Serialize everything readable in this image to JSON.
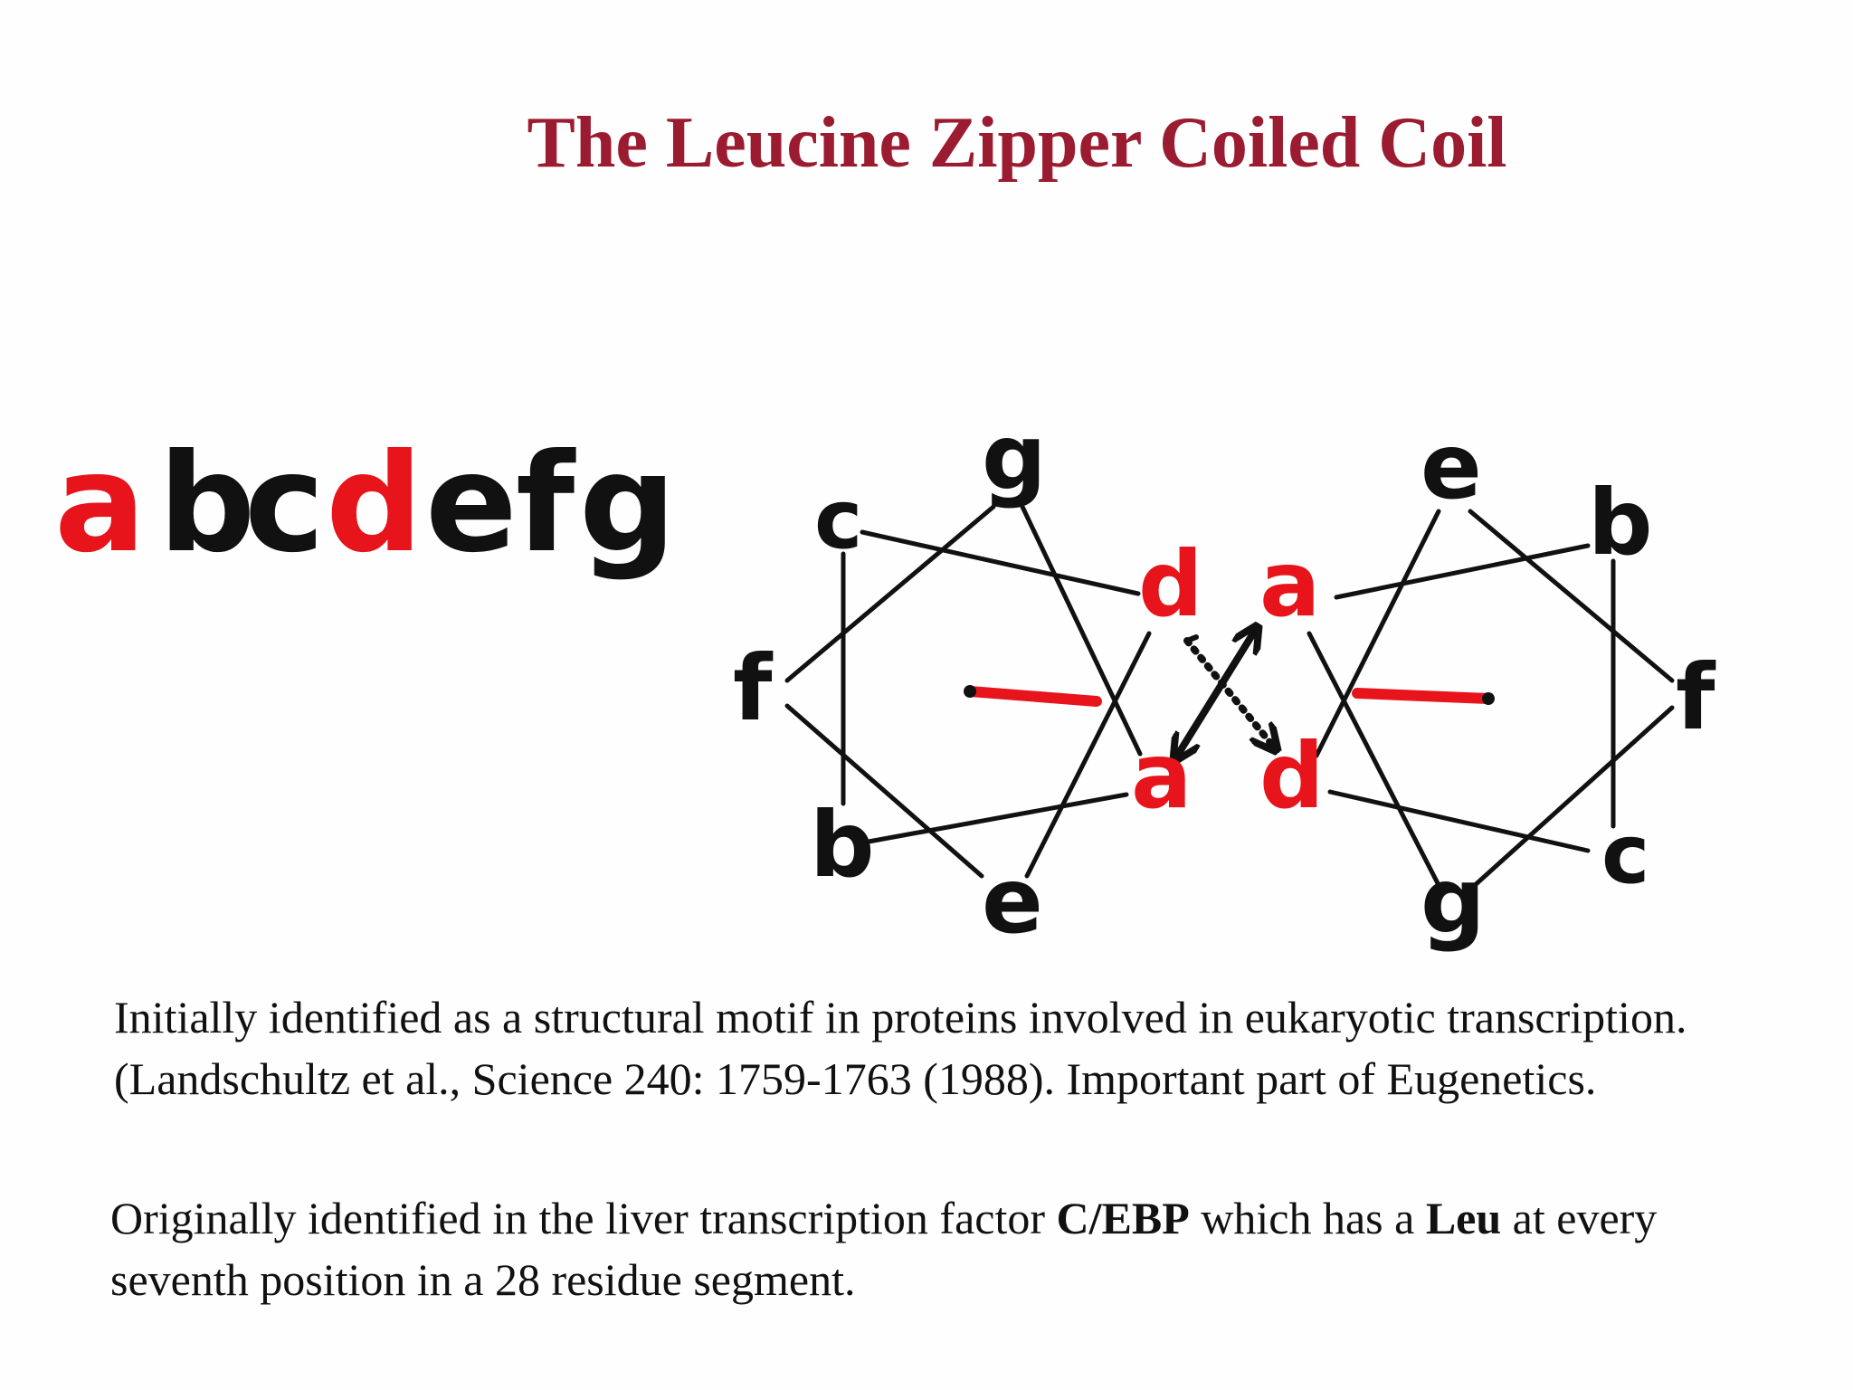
{
  "title": "The Leucine Zipper Coiled Coil",
  "heptad": {
    "letters": [
      "a",
      "b",
      "c",
      "d",
      "e",
      "f",
      "g"
    ],
    "red_letters": [
      "a",
      "d"
    ]
  },
  "wheel_left": {
    "labels": {
      "g": "g",
      "c": "c",
      "d": "d",
      "f": "f",
      "a": "a",
      "b": "b",
      "e": "e"
    }
  },
  "wheel_right": {
    "labels": {
      "e": "e",
      "b": "b",
      "a": "a",
      "f": "f",
      "d": "d",
      "c": "c",
      "g": "g"
    }
  },
  "colors": {
    "title": "#9b1b30",
    "red": "#e8141c",
    "black": "#111111"
  },
  "paragraph1": "Initially identified as a structural motif in proteins involved in eukaryotic transcription.   (Landschultz et al., Science 240: 1759-1763 (1988). Important part of  Eugenetics.",
  "paragraph2": {
    "part1": "Originally identified in the liver transcription factor ",
    "bold1": "C/EBP",
    "part2": " which has a ",
    "bold2": "Leu",
    "part3": " at every seventh position in a 28 residue segment."
  }
}
